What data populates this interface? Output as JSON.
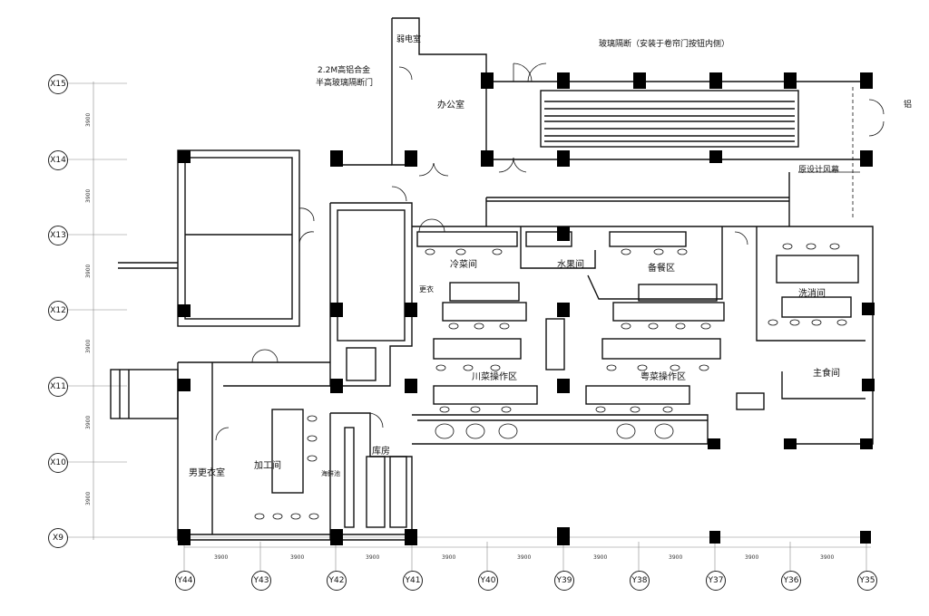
{
  "row_axes": [
    "X15",
    "X14",
    "X13",
    "X12",
    "X11",
    "X10",
    "X9"
  ],
  "col_axes": [
    "Y44",
    "Y43",
    "Y42",
    "Y41",
    "Y40",
    "Y39",
    "Y38",
    "Y37",
    "Y36",
    "Y35"
  ],
  "dimension": "3900",
  "annotations": {
    "weak_current": "弱电室",
    "glass_partition": "玻璃隔断（安装于卷帘门按钮内侧）",
    "door_note_line1": "2.2M高铝合金",
    "door_note_line2": "半高玻璃隔断门",
    "air_curtain": "原设计风幕",
    "right_edge": "铝"
  },
  "rooms": {
    "office": "办公室",
    "cold_dish": "冷菜间",
    "fruit_room": "水果间",
    "prep_area": "备餐区",
    "washing": "洗消间",
    "sichuan_area": "川菜操作区",
    "cantonese_area": "粤菜操作区",
    "staple_room": "主食间",
    "locker_room": "男更衣室",
    "processing": "加工间",
    "storage": "库房",
    "seafood_pool": "海鲜池",
    "small_room": "更衣"
  },
  "colors": {
    "line": "#111111",
    "column": "#000000",
    "grid": "#555555"
  }
}
